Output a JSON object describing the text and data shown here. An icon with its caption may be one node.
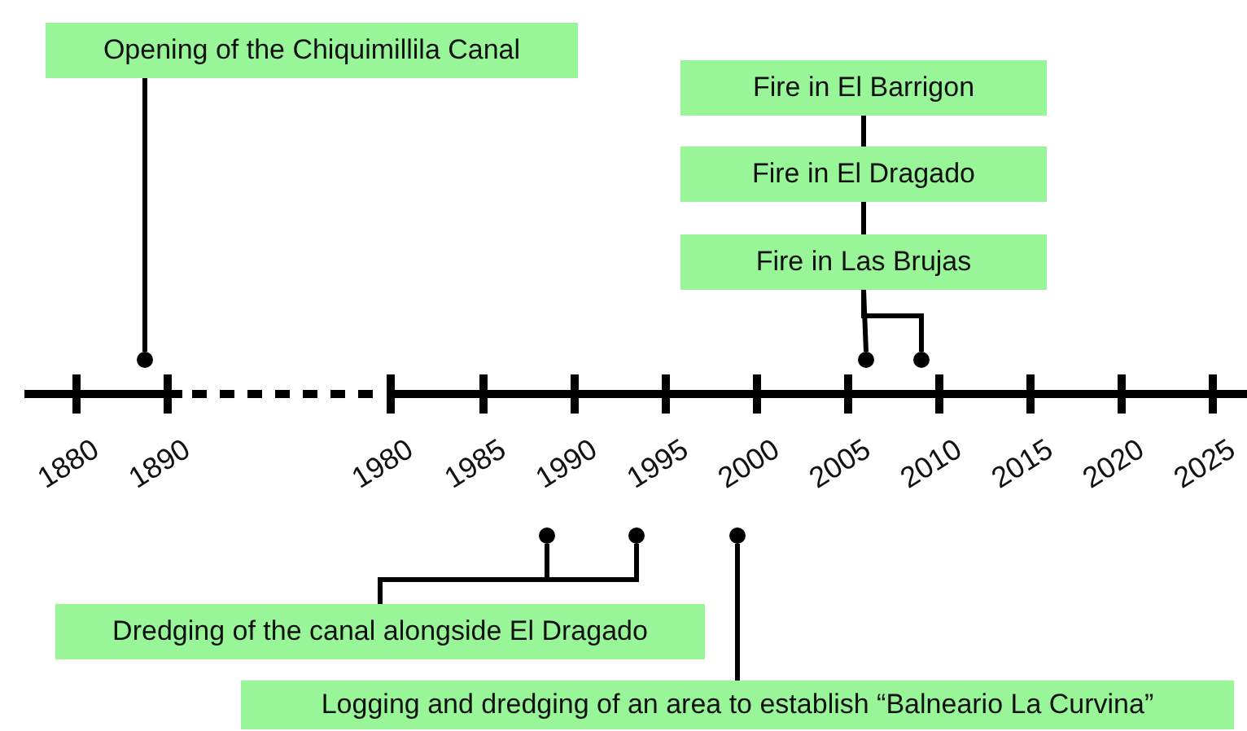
{
  "diagram": {
    "nodes": [
      {
        "text": [
          "Opening of the Chiquimillila Canal"
        ]
      },
      {
        "text": [],
        "shape": "circle"
      },
      {
        "text": [
          "Fire in El Barrigon"
        ]
      },
      {
        "text": [
          "Fire in El Dragado"
        ]
      },
      {
        "text": [
          "Fire in Las Brujas"
        ]
      },
      {
        "text": [],
        "shape": "circle"
      },
      {
        "text": [],
        "shape": "circle"
      },
      {
        "text": [],
        "shape": "circle"
      },
      {
        "text": [],
        "shape": "circle"
      },
      {
        "text": [],
        "shape": "circle"
      },
      {
        "text": [
          "Dredging of the canal alongside El Dragado"
        ]
      },
      {
        "text": [
          "Logging and dredging of an area to establish “Balneario La Curvina”"
        ]
      }
    ],
    "edges": [
      {
        "from": 0,
        "to": 1,
        "arrow": "none"
      },
      {
        "from": 2,
        "to": 3,
        "arrow": "none"
      },
      {
        "from": 3,
        "to": 4,
        "arrow": "none"
      },
      {
        "from": 4,
        "to": 5,
        "arrow": "none"
      },
      {
        "from": 4,
        "to": 6,
        "arrow": "none"
      },
      {
        "from": 10,
        "to": 7,
        "arrow": "none"
      },
      {
        "from": 10,
        "to": 8,
        "arrow": "none"
      },
      {
        "from": 11,
        "to": 9,
        "arrow": "none"
      }
    ],
    "labels": [
      "1880",
      "1890",
      "1980",
      "1985",
      "1990",
      "1995",
      "2000",
      "2005",
      "2010",
      "2015",
      "2020",
      "2025"
    ]
  }
}
